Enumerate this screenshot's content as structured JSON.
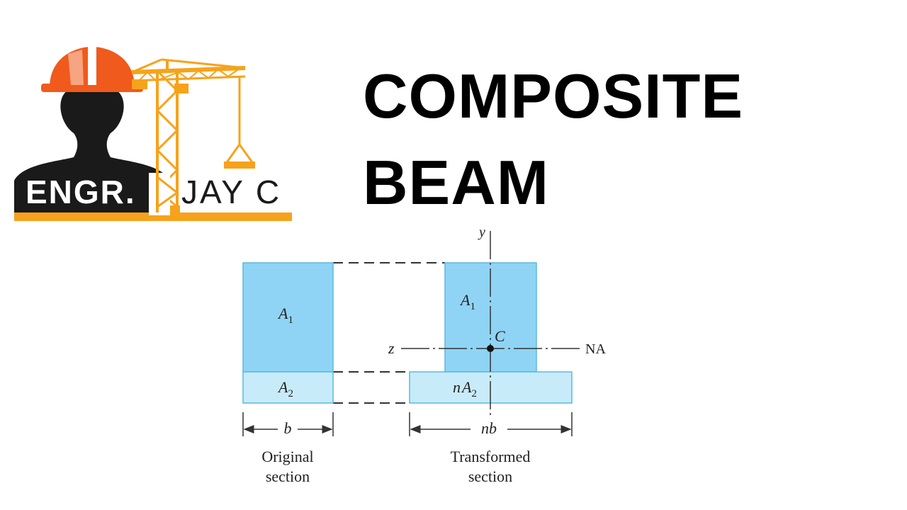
{
  "logo": {
    "brand_left": "ENGR.",
    "brand_right": "JAY C",
    "colors": {
      "orange": "#f7a21b",
      "helmet": "#f05a1c",
      "silhouette": "#1a1a1a"
    }
  },
  "title": {
    "line1": "COMPOSITE",
    "line2": "BEAM"
  },
  "diagram": {
    "original": {
      "area_top": {
        "name": "A",
        "sub": "1"
      },
      "area_bottom": {
        "name": "A",
        "sub": "2"
      },
      "width_label": "b",
      "caption_line1": "Original",
      "caption_line2": "section"
    },
    "transformed": {
      "area_top": {
        "name": "A",
        "sub": "1"
      },
      "area_bottom": {
        "prefix": "n",
        "name": "A",
        "sub": "2"
      },
      "width_label": "nb",
      "caption_line1": "Transformed",
      "caption_line2": "section"
    },
    "axes": {
      "y": "y",
      "z": "z",
      "centroid": "C",
      "neutral_axis": "NA"
    },
    "colors": {
      "upper_fill": "#8fd4f5",
      "lower_fill": "#c8ebfa",
      "edge": "#5ab8e0",
      "line": "#333333"
    }
  }
}
